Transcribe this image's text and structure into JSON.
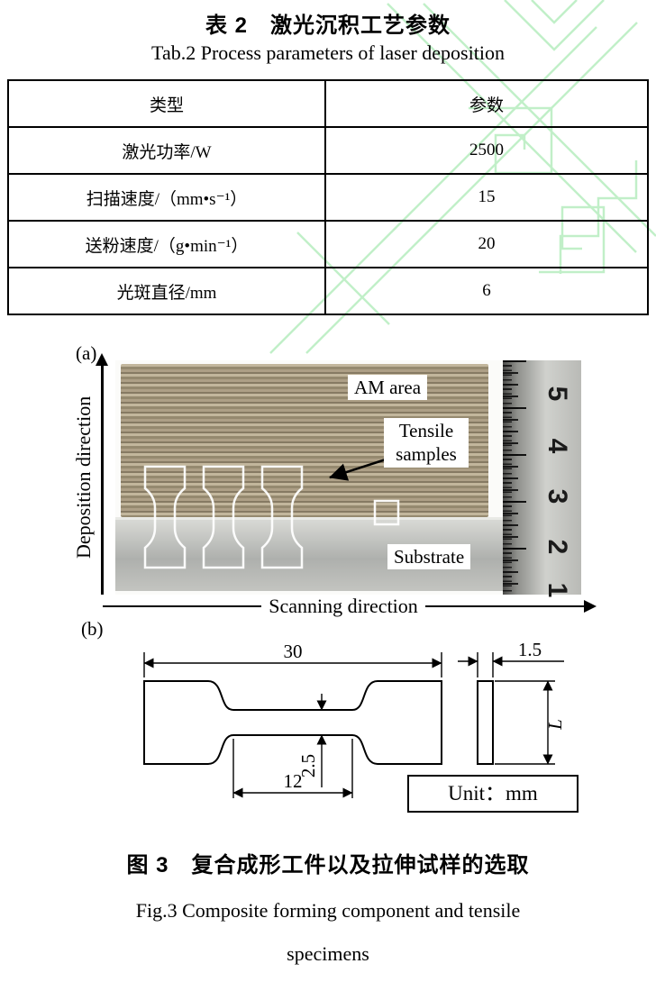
{
  "colors": {
    "watermark_green": "#8fe39c"
  },
  "table_section": {
    "title_zh": "表 2　激光沉积工艺参数",
    "title_en": "Tab.2 Process parameters of laser deposition",
    "columns": [
      "类型",
      "参数"
    ],
    "rows": [
      {
        "type": "激光功率/W",
        "value": "2500"
      },
      {
        "type": "扫描速度/（mm•s⁻¹）",
        "value": "15"
      },
      {
        "type": "送粉速度/（g•min⁻¹）",
        "value": "20"
      },
      {
        "type": "光斑直径/mm",
        "value": "6"
      }
    ]
  },
  "figure": {
    "panel_a_label": "(a)",
    "panel_b_label": "(b)",
    "deposition_axis_label": "Deposition direction",
    "scanning_axis_label": "Scanning direction",
    "am_area_label": "AM area",
    "tensile_samples_label": "Tensile samples",
    "substrate_label": "Substrate",
    "ruler_numbers": [
      "5",
      "4",
      "3",
      "2",
      "1"
    ],
    "dimensions": {
      "length": "30",
      "gauge_length": "12",
      "gauge_width": "2.5",
      "thickness": "1.5",
      "height_symbol": "L"
    },
    "unit_label": "Unit：mm",
    "caption_zh": "图 3　复合成形工件以及拉伸试样的选取",
    "caption_en_line1": "Fig.3 Composite forming component and tensile",
    "caption_en_line2": "specimens"
  }
}
